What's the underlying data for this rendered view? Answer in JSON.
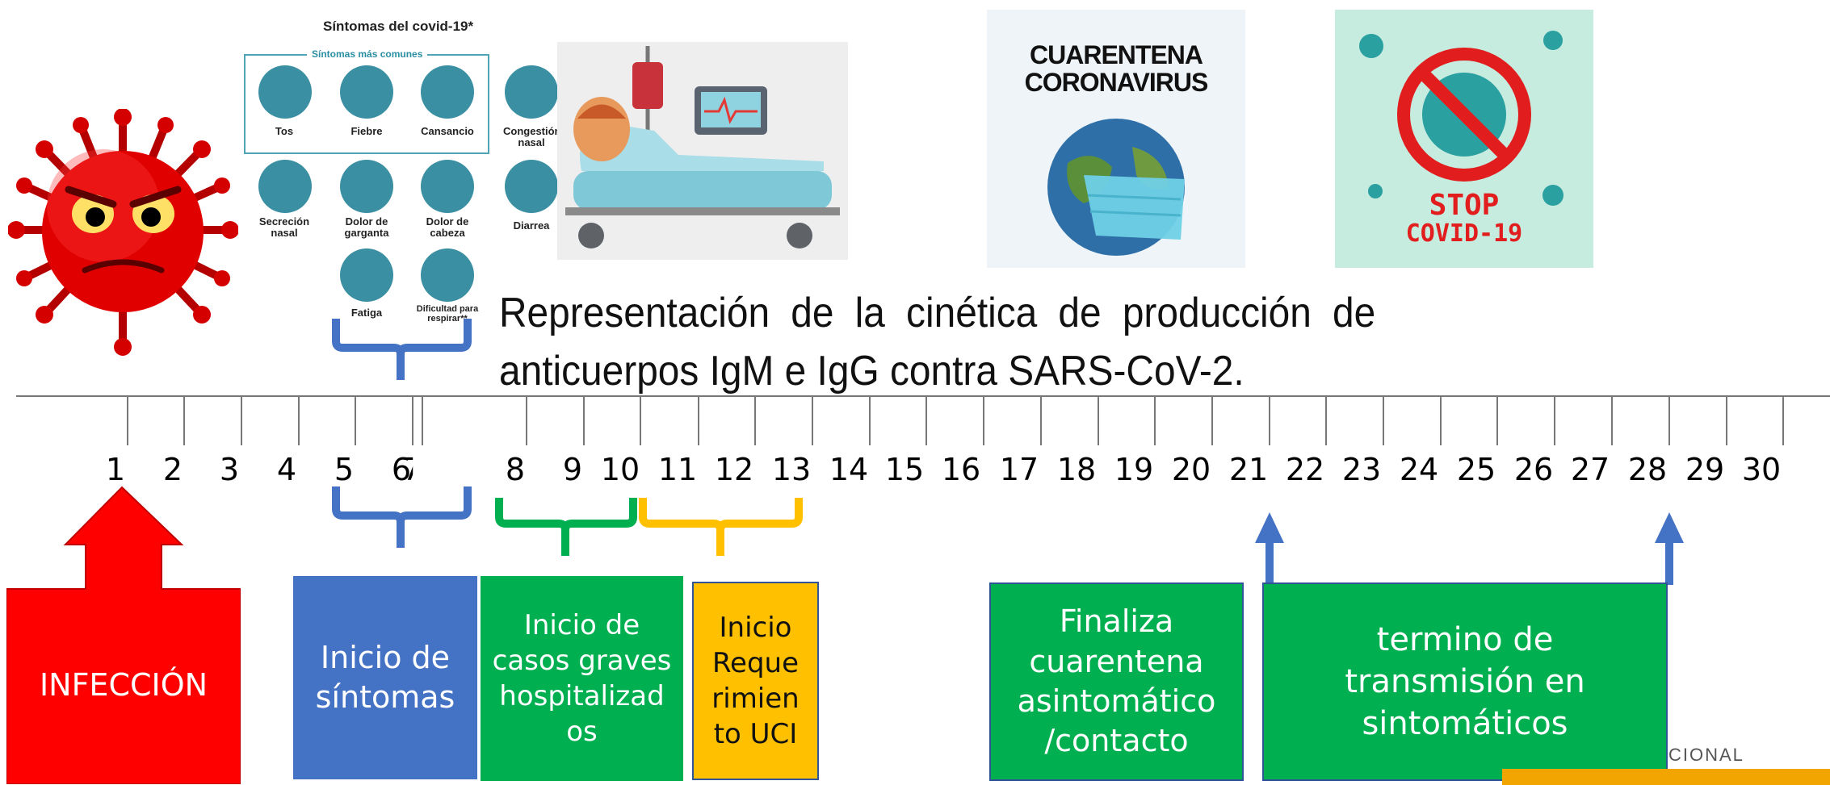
{
  "title": {
    "line1": "Representación de la cinética de producción de",
    "line2": "anticuerpos IgM e IgG contra SARS-CoV-2."
  },
  "timeline": {
    "days": [
      "1",
      "2",
      "3",
      "4",
      "5",
      "6",
      "7",
      "8",
      "9",
      "10",
      "11",
      "12",
      "13",
      "14",
      "15",
      "16",
      "17",
      "18",
      "19",
      "20",
      "21",
      "22",
      "23",
      "24",
      "25",
      "26",
      "27",
      "28",
      "29",
      "30"
    ]
  },
  "symptoms_panel": {
    "title": "Síntomas del covid-19*",
    "subtitle": "Síntomas más comunes",
    "items": [
      "Tos",
      "Fiebre",
      "Cansancio",
      "Congestión nasal",
      "Secreción nasal",
      "Dolor de garganta",
      "Dolor de cabeza",
      "Diarrea",
      "Fatiga",
      "Dificultad para respirar**"
    ]
  },
  "quarantine_card": {
    "line1": "CUARENTENA",
    "line2": "CORONAVIRUS"
  },
  "stop_card": {
    "line1": "STOP",
    "line2": "COVID-19"
  },
  "boxes": {
    "infection": "INFECCIÓN",
    "symptoms_start": "Inicio de síntomas",
    "severe_cases": "Inicio de casos graves hospitalizad os",
    "icu": "Inicio Reque rimien to UCI",
    "quarantine_end": "Finaliza cuarentena asintomático /contacto",
    "transmission_end": "termino de transmisión en sintomáticos"
  },
  "watermark": "CIONAL",
  "colors": {
    "red": "#ff0000",
    "blue": "#4472c4",
    "green": "#00b050",
    "yellow": "#ffc000"
  }
}
